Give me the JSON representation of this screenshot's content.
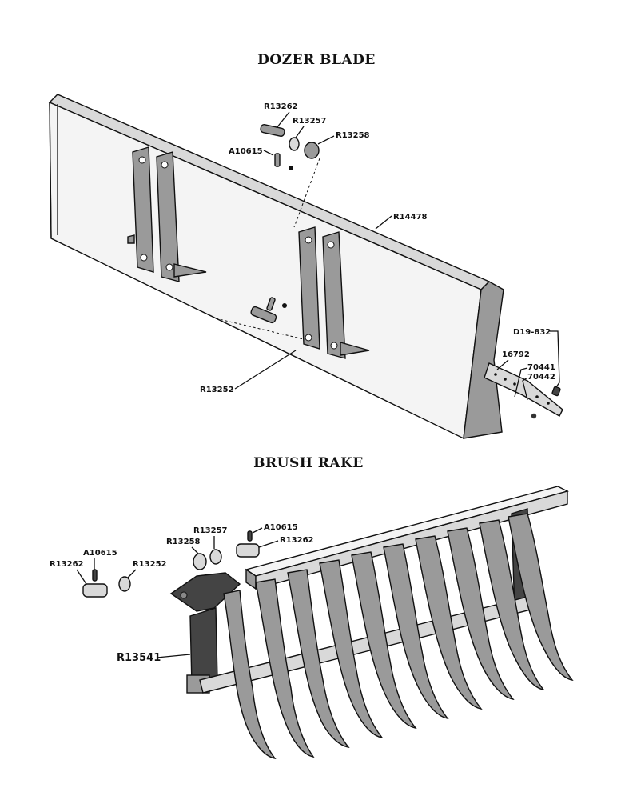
{
  "sections": {
    "dozer": {
      "title": "DOZER BLADE",
      "labels": {
        "pin": "R13262",
        "washer": "R13257",
        "bushing": "R13258",
        "cotter": "A10615",
        "blade": "R14478",
        "bolt": "D19-832",
        "edge": "16792",
        "nut1": "70441",
        "nut2": "70442",
        "bracket_pin": "R13252"
      }
    },
    "rake": {
      "title": "BRUSH RAKE",
      "labels": {
        "washer": "R13257",
        "cotter_right": "A10615",
        "bushing": "R13258",
        "pin_right": "R13262",
        "cotter_left": "A10615",
        "pin_left": "R13262",
        "spacer": "R13252",
        "rake": "R13541"
      }
    }
  }
}
